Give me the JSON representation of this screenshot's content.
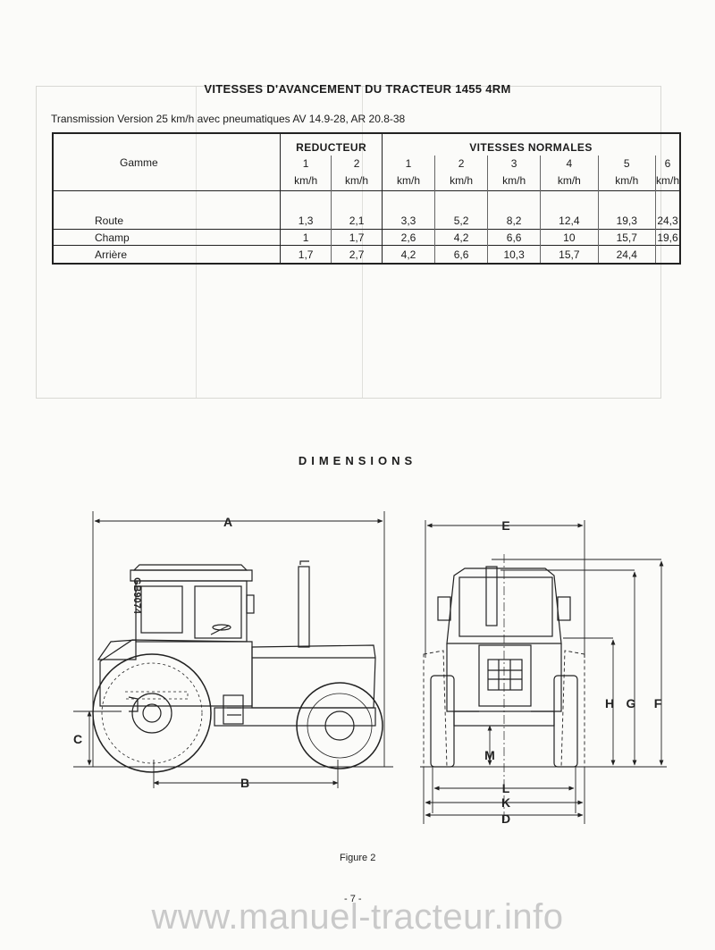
{
  "header": {
    "title": "VITESSES D'AVANCEMENT DU TRACTEUR 1455 4RM",
    "subtitle": "Transmission Version 25 km/h avec pneumatiques AV 14.9-28, AR 20.8-38"
  },
  "table": {
    "gamme_label": "Gamme",
    "group_reducteur": "REDUCTEUR",
    "group_normales": "VITESSES NORMALES",
    "gear_numbers": [
      "1",
      "2",
      "1",
      "2",
      "3",
      "4",
      "5",
      "6"
    ],
    "unit": "km/h",
    "rows": [
      {
        "label": "Route",
        "values": [
          "1,3",
          "2,1",
          "3,3",
          "5,2",
          "8,2",
          "12,4",
          "19,3",
          "24,3"
        ]
      },
      {
        "label": "Champ",
        "values": [
          "1",
          "1,7",
          "2,6",
          "4,2",
          "6,6",
          "10",
          "15,7",
          "19,6"
        ]
      },
      {
        "label": "Arrière",
        "values": [
          "1,7",
          "2,7",
          "4,2",
          "6,6",
          "10,3",
          "15,7",
          "24,4",
          ""
        ]
      }
    ]
  },
  "dimensions": {
    "title": "DIMENSIONS",
    "cab_marking": "GB9074",
    "labels": {
      "A": "A",
      "B": "B",
      "C": "C",
      "D": "D",
      "E": "E",
      "F": "F",
      "G": "G",
      "H": "H",
      "K": "K",
      "L": "L",
      "M": "M"
    },
    "caption": "Figure 2"
  },
  "footer": {
    "page_number": "- 7 -",
    "watermark": "www.manuel-tracteur.info"
  }
}
